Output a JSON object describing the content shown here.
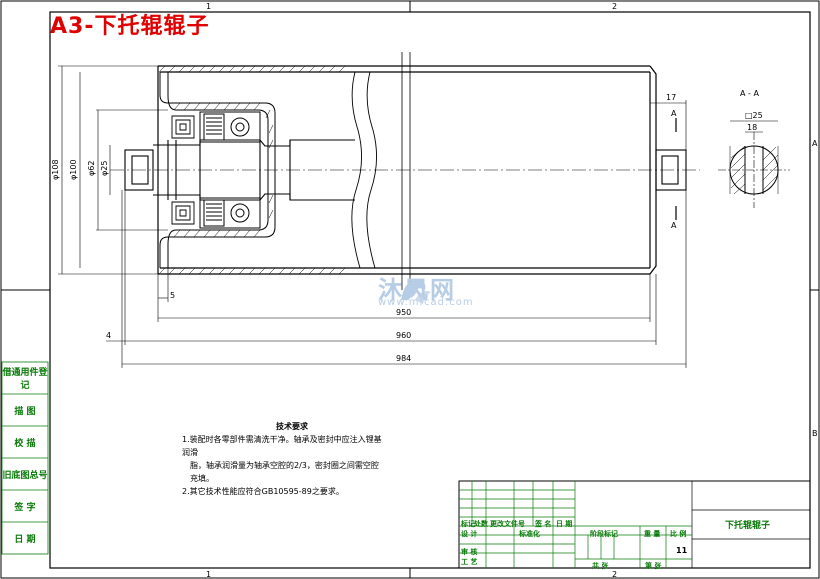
{
  "sheet": {
    "title": "A3-下托辊辊子",
    "zone_top": [
      "1",
      "2"
    ],
    "zone_bottom": [
      "1",
      "2"
    ],
    "zone_right": [
      "A",
      "B"
    ]
  },
  "watermark": {
    "text": "沐风网",
    "url": "www.mfcad.com"
  },
  "dimensions": {
    "phi108": "φ108",
    "phi100": "φ100",
    "phi62": "φ62",
    "phi25": "φ25",
    "d17": "17",
    "d5": "5",
    "d4": "4",
    "d950": "950",
    "d960": "960",
    "d984": "984"
  },
  "section": {
    "label": "A - A",
    "cut_letter": "A",
    "d25": "□25",
    "d18": "18"
  },
  "side_table": [
    "借通用件登记",
    "描 图",
    "校 描",
    "旧底图总号",
    "签 字",
    "日 期"
  ],
  "notes": {
    "title": "技术要求",
    "lines": [
      "1.装配时各零部件需清洗干净。轴承及密封中应注入锂基润滑",
      "脂，轴承润滑量为轴承空腔的2/3，密封圈之间需空腔充填。",
      "2.其它技术性能应符合GB10595-89之要求。"
    ]
  },
  "title_block": {
    "name": "下托辊辊子",
    "sheet_no": "11",
    "labels": [
      "标记",
      "处数",
      "更改文件号",
      "签 名",
      "日 期",
      "设 计",
      "标准化",
      "审 核",
      "工 艺",
      "阶段标记",
      "重 量",
      "比 例",
      "共 张",
      "第 张"
    ]
  },
  "colors": {
    "frame": "#000000",
    "table": "#0a7a0a",
    "title": "#e00000",
    "watermark": "#b7cde6"
  }
}
